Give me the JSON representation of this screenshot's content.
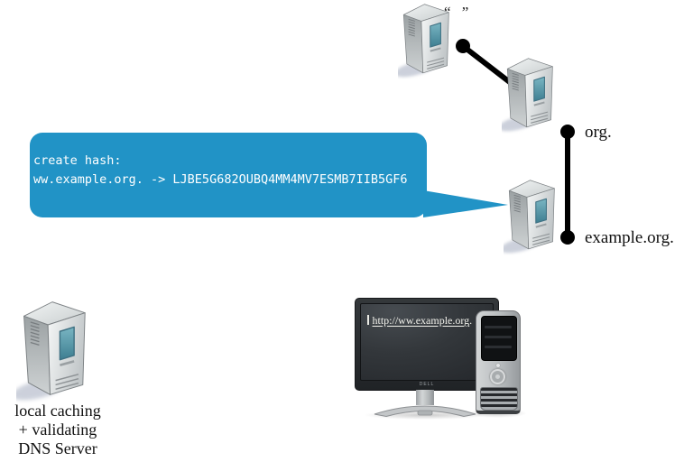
{
  "colors": {
    "bubble_bg": "#2193c6",
    "connector": "#000000"
  },
  "zones": {
    "root": {
      "label": "“ ”"
    },
    "org": {
      "label": "org."
    },
    "example": {
      "label": "example.org."
    }
  },
  "bubble": {
    "lines": [
      "create hash:",
      "ww.example.org. -> LJBE5G682OUBQ4MM4MV7ESMB7IIB5GF6"
    ]
  },
  "local_server": {
    "label_lines": [
      "local caching",
      "+ validating",
      "DNS Server"
    ]
  },
  "client": {
    "url": "http://ww.example.org",
    "url_suffix": ".",
    "monitor_brand": "DELL"
  }
}
